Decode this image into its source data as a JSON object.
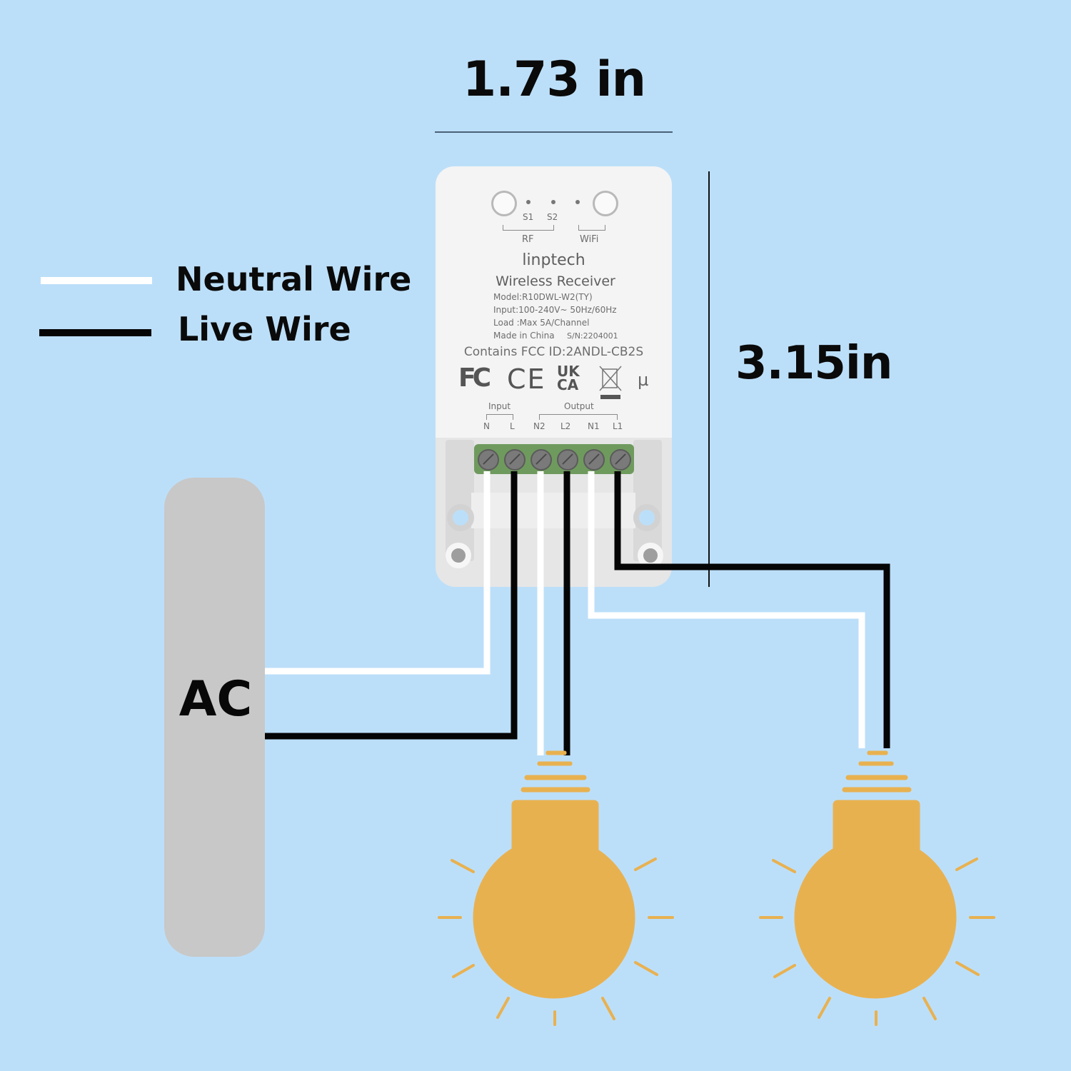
{
  "dimensions": {
    "width": "1.73 in",
    "height": "3.15in"
  },
  "legend": {
    "neutral": {
      "label": "Neutral Wire",
      "color": "#ffffff"
    },
    "live": {
      "label": "Live Wire",
      "color": "#050505"
    }
  },
  "power_source": {
    "label": "AC"
  },
  "device": {
    "buttons": {
      "s1": "S1",
      "s2": "S2",
      "rf": "RF",
      "wifi": "WiFi"
    },
    "brand": "linptech",
    "product_name": "Wireless Receiver",
    "model": "Model:R10DWL-W2(TY)",
    "input_rating": "Input:100-240V~ 50Hz/60Hz",
    "load": "Load :Max 5A/Channel",
    "origin": "Made in China",
    "serial": "S/N:2204001",
    "fcc_id": "Contains FCC ID:2ANDL-CB2S",
    "cert_marks": {
      "fcc": "FC",
      "ce": "CE",
      "ukca_top": "UK",
      "ukca_bottom": "CA",
      "micro": "µ"
    },
    "terminal_groups": {
      "input": "Input",
      "output": "Output"
    },
    "terminals": [
      "N",
      "L",
      "N2",
      "L2",
      "N1",
      "L1"
    ]
  },
  "colors": {
    "background": "#bcdff9",
    "bulb": "#e8b150",
    "terminal_block": "#6f9a5e",
    "ac_box": "#c8c8c8"
  }
}
